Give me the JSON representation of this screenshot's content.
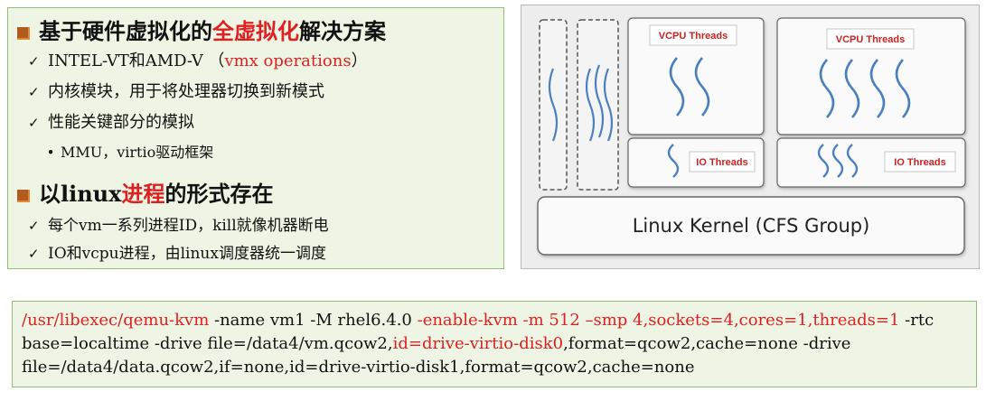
{
  "left_panel": {
    "heading1": {
      "pre": "基于硬件虚拟化的",
      "highlight": "全虚拟化",
      "post": "解决方案"
    },
    "items1": [
      {
        "mark": "✓",
        "pre": "INTEL-VT和AMD-V （",
        "highlight": "vmx operations",
        "post": "）"
      },
      {
        "mark": "✓",
        "text": "内核模块，用于将处理器切换到新模式"
      },
      {
        "mark": "✓",
        "text": "性能关键部分的模拟"
      },
      {
        "mark": "•",
        "text": "MMU，virtio驱动框架"
      }
    ],
    "heading2": {
      "pre": "以linux",
      "highlight": "进程",
      "post": "的形式存在"
    },
    "items2": [
      {
        "mark": "✓",
        "text": "每个vm一系列进程ID，kill就像机器断电"
      },
      {
        "mark": "✓",
        "text": "IO和vcpu进程，由linux调度器统一调度"
      }
    ]
  },
  "diagram": {
    "vcpu_label": "VCPU Threads",
    "io_label": "IO Threads",
    "kernel_label": "Linux Kernel (CFS Group)"
  },
  "command": {
    "line1": {
      "red1": "/usr/libexec/qemu-kvm",
      "black1": " -name vm1 -M rhel6.4.0 ",
      "red2": "-enable-kvm -m 512 –smp 4,sockets=4,cores=1,threads=1",
      "black2": " -rtc"
    },
    "line2": {
      "black1": "base=localtime -drive file=/data4/vm.qcow2,",
      "red1": "id=drive-virtio-disk0",
      "black2": ",format=qcow2,cache=none -drive"
    },
    "line3": {
      "black1": "file=/data4/data.qcow2,if=none,id=drive-virtio-disk1,format=qcow2,cache=none"
    }
  },
  "colors": {
    "accent_red": "#e02020",
    "panel_green": "#eef5e4",
    "wave_blue": "#4a7fc0"
  }
}
